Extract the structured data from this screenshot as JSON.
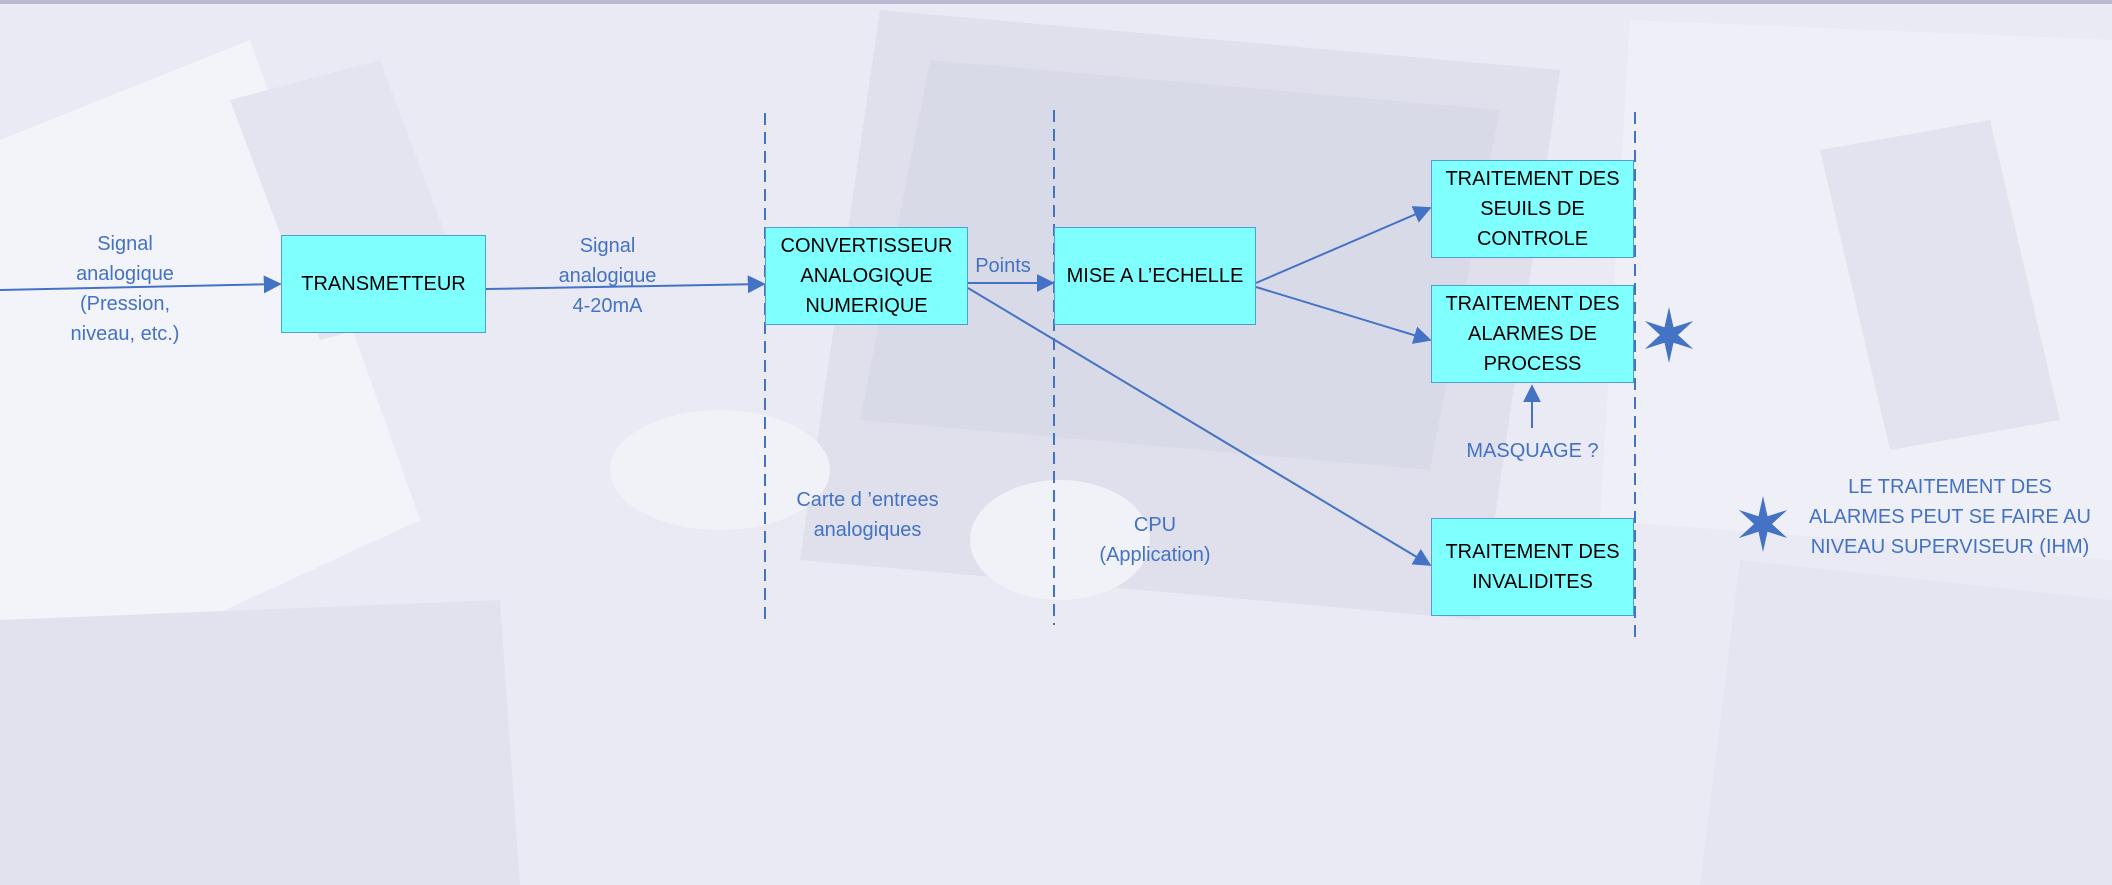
{
  "colors": {
    "accent_blue": "#4472c4",
    "box_fill": "#80ffff",
    "background": "#e9eaf4"
  },
  "blocks": {
    "transmetteur": "TRANSMETTEUR",
    "convertisseur": "CONVERTISSEUR\nANALOGIQUE\nNUMERIQUE",
    "mise_echelle": "MISE A L’ECHELLE",
    "seuils": "TRAITEMENT DES\nSEUILS DE\nCONTROLE",
    "alarmes": "TRAITEMENT DES\nALARMES DE\nPROCESS",
    "invalidites": "TRAITEMENT DES\nINVALIDITES"
  },
  "labels": {
    "signal_in": "Signal\nanalogique\n(Pression,\nniveau, etc.)",
    "signal_420": "Signal\nanalogique\n4-20mA",
    "points": "Points",
    "carte": "Carte d ’entrees\nanalogiques",
    "cpu": "CPU\n(Application)",
    "masquage": "MASQUAGE ?",
    "note": "LE TRAITEMENT DES\nALARMES PEUT SE FAIRE AU\nNIVEAU SUPERVISEUR (IHM)"
  },
  "icons": {
    "alarm_marker": "six-point-star-icon",
    "note_marker": "six-point-star-icon"
  }
}
